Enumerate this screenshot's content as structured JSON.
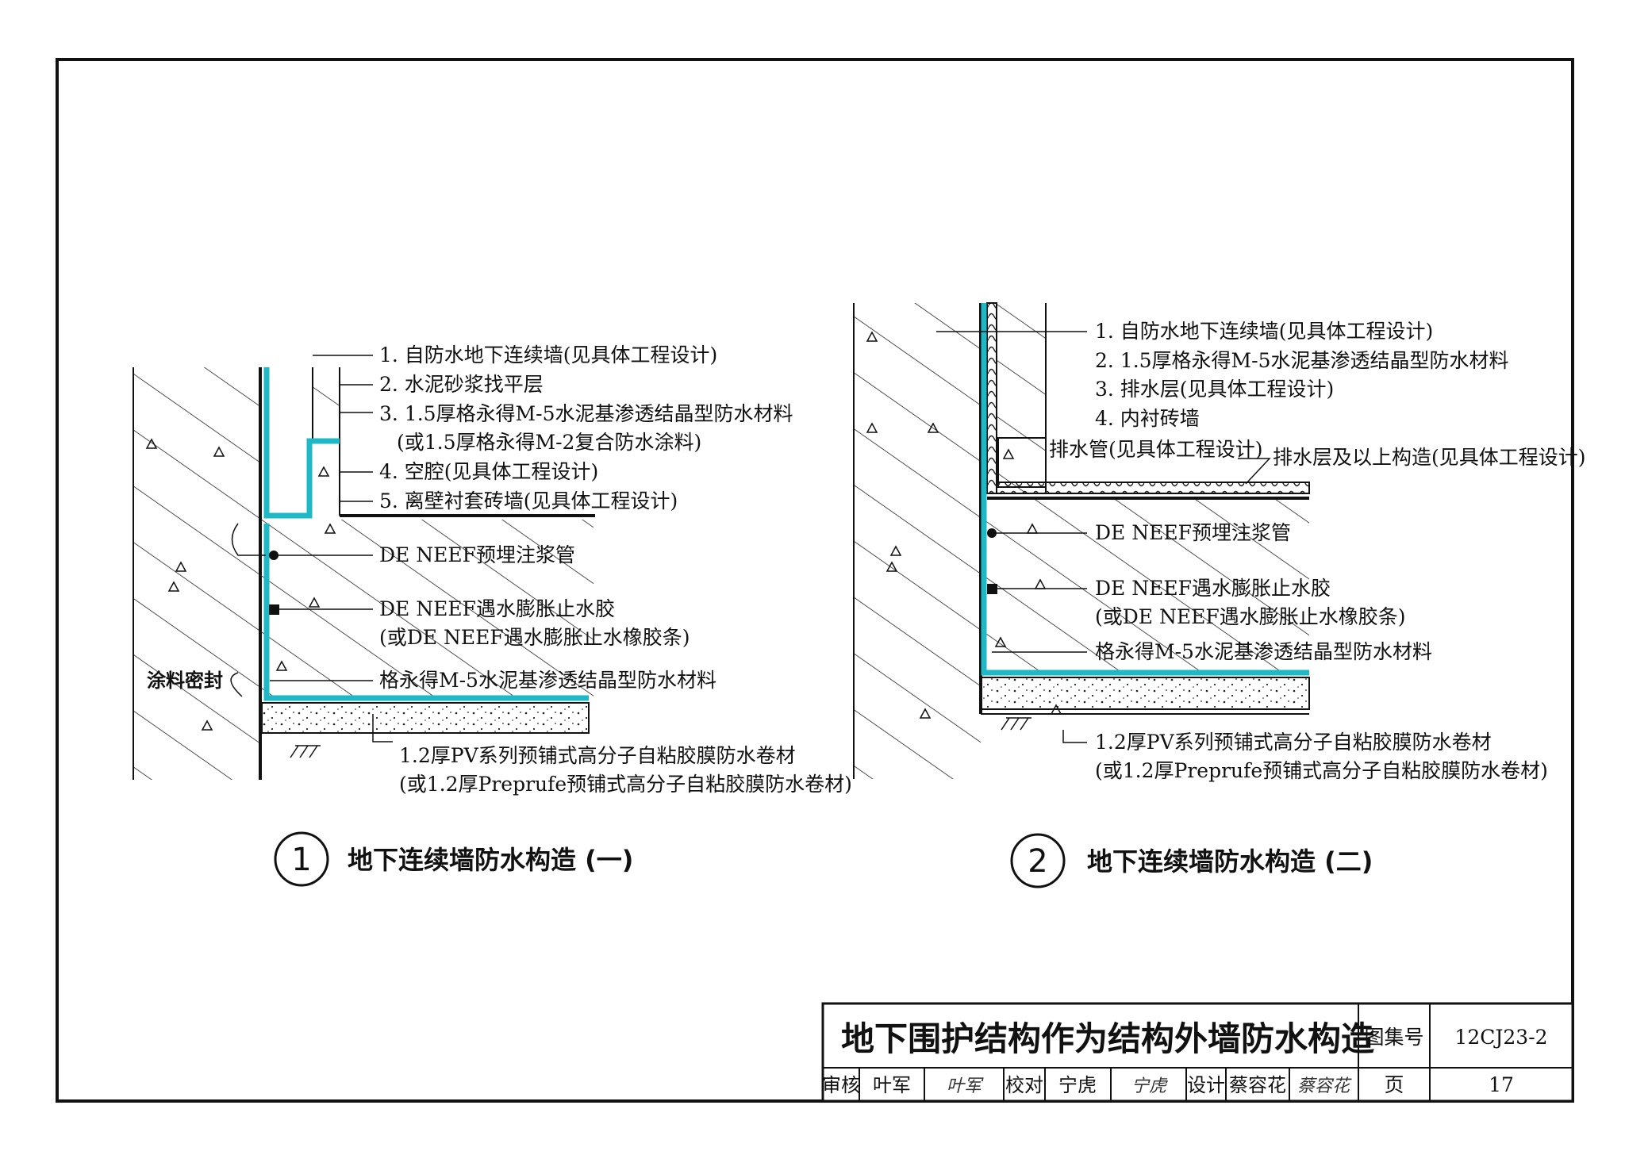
{
  "detail1": {
    "labels": [
      "1. 自防水地下连续墙(见具体工程设计)",
      "2. 水泥砂浆找平层",
      "3. 1.5厚格永得M-5水泥基渗透结晶型防水材料",
      "(或1.5厚格永得M-2复合防水涂料)",
      "4. 空腔(见具体工程设计)",
      "5. 离壁衬套砖墙(见具体工程设计)"
    ],
    "grout_pipe": "DE NEEF预埋注浆管",
    "swell_sealant": "DE NEEF遇水膨胀止水胶",
    "swell_sealant_alt": "(或DE NEEF遇水膨胀止水橡胶条)",
    "coating_seal": "涂料密封",
    "crystalline": "格永得M-5水泥基渗透结晶型防水材料",
    "membrane": "1.2厚PV系列预铺式高分子自粘胶膜防水卷材",
    "membrane_alt": "(或1.2厚Preprufe预铺式高分子自粘胶膜防水卷材)",
    "number": "1",
    "caption": "地下连续墙防水构造 (一)"
  },
  "detail2": {
    "labels": [
      "1. 自防水地下连续墙(见具体工程设计)",
      "2. 1.5厚格永得M-5水泥基渗透结晶型防水材料",
      "3. 排水层(见具体工程设计)",
      "4. 内衬砖墙"
    ],
    "drain_pipe": "排水管(见具体工程设计)",
    "drain_layer": "排水层及以上构造(见具体工程设计)",
    "grout_pipe": "DE NEEF预埋注浆管",
    "swell_sealant": "DE NEEF遇水膨胀止水胶",
    "swell_sealant_alt": "(或DE NEEF遇水膨胀止水橡胶条)",
    "crystalline": "格永得M-5水泥基渗透结晶型防水材料",
    "membrane": "1.2厚PV系列预铺式高分子自粘胶膜防水卷材",
    "membrane_alt": "(或1.2厚Preprufe预铺式高分子自粘胶膜防水卷材)",
    "number": "2",
    "caption": "地下连续墙防水构造 (二)"
  },
  "title_block": {
    "title": "地下围护结构作为结构外墙防水构造",
    "atlas_label": "图集号",
    "atlas_no": "12CJ23-2",
    "review_label": "审核",
    "reviewer": "叶军",
    "reviewer_sig": "叶军",
    "check_label": "校对",
    "checker": "宁虎",
    "checker_sig": "宁虎",
    "design_label": "设计",
    "designer": "蔡容花",
    "designer_sig": "蔡容花",
    "page_label": "页",
    "page_no": "17"
  },
  "colors": {
    "waterproof_layer": "#1fb8c6",
    "line": "#111111"
  }
}
